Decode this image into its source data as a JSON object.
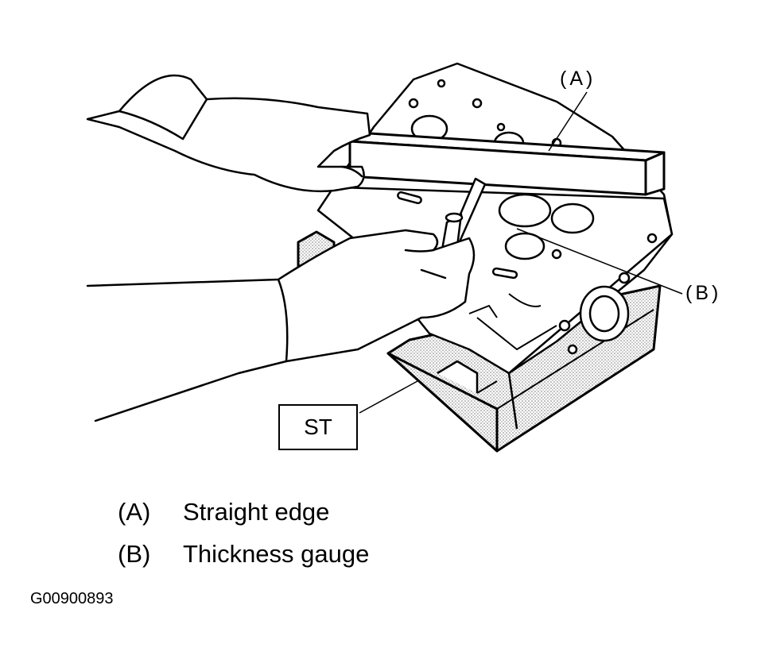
{
  "callouts": {
    "a": "(A)",
    "b": "(B)",
    "st": "ST"
  },
  "legend": [
    {
      "key": "(A)",
      "label": "Straight edge"
    },
    {
      "key": "(B)",
      "label": "Thickness gauge"
    }
  ],
  "figure_code": "G00900893",
  "colors": {
    "line": "#000000",
    "background": "#ffffff",
    "stipple": "#8a8a8a"
  }
}
